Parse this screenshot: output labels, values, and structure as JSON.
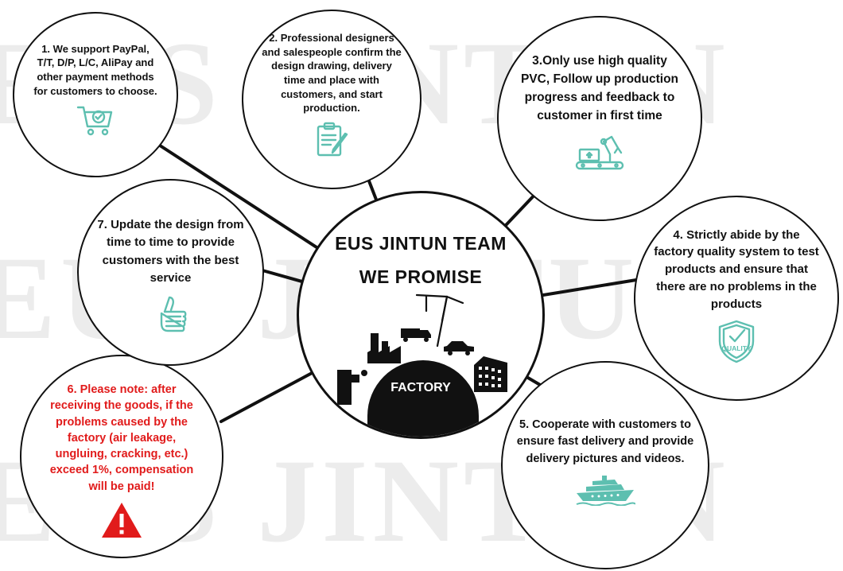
{
  "watermark": {
    "rows": [
      "EUS JINTUN",
      "EUS JINTUN",
      "EUS JINTUN"
    ]
  },
  "center": {
    "title_line1": "EUS JINTUN TEAM",
    "title_line2": "WE PROMISE",
    "factory_label": "FACTORY",
    "icon": "factory-scene-icon"
  },
  "promises": [
    {
      "text": "1. We support PayPal, T/T, D/P, L/C, AliPay and other payment methods for customers to choose.",
      "icon": "shopping-cart-icon"
    },
    {
      "text": "2. Professional designers and salespeople confirm the design drawing, delivery time and place with customers, and start production.",
      "icon": "clipboard-icon"
    },
    {
      "text": "3.Only use high quality PVC, Follow up production progress and feedback to customer in first time",
      "icon": "robot-arm-icon"
    },
    {
      "text": "4. Strictly abide by the factory quality system to test products and ensure that there are no problems in the products",
      "icon": "quality-shield-icon",
      "badge_text": "QUALITY"
    },
    {
      "text": "5. Cooperate with customers to ensure fast delivery and provide delivery pictures and videos.",
      "icon": "ship-icon"
    },
    {
      "text": "6. Please note: after receiving the goods, if the problems caused by the factory (air leakage, ungluing, cracking, etc.) exceed 1%, compensation will be paid!",
      "icon": "warning-icon"
    },
    {
      "text": "7. Update the design from time to time to provide customers with the best service",
      "icon": "thumbs-up-icon"
    }
  ],
  "colors": {
    "icon_teal": "#5dbfb0",
    "warning_red": "#e11b1b",
    "outline": "#111111",
    "watermark": "#ececec"
  }
}
